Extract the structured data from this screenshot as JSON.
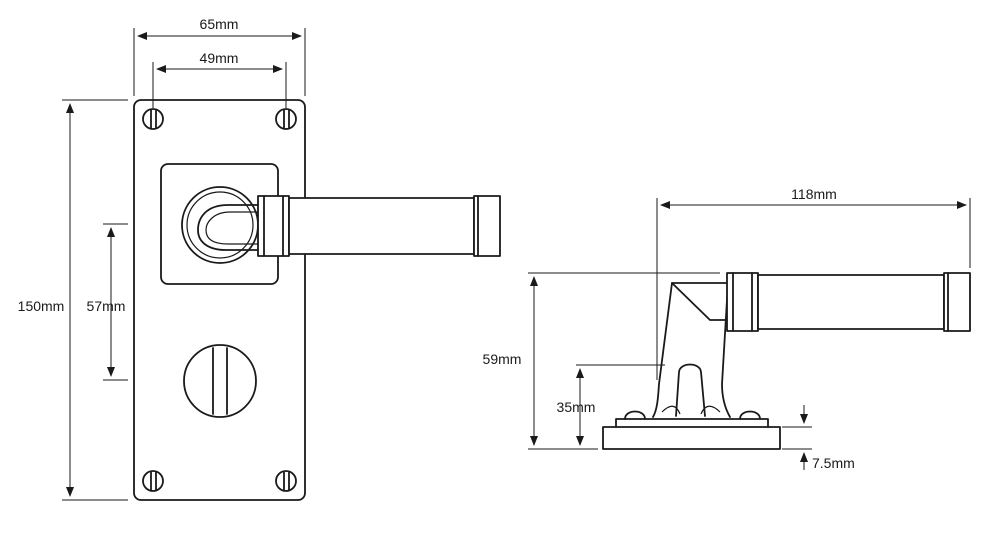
{
  "colors": {
    "line": "#1a1a1a",
    "background": "#ffffff"
  },
  "front_view": {
    "plate_width": "65mm",
    "screw_spacing": "49mm",
    "plate_height": "150mm",
    "lever_to_turn": "57mm"
  },
  "side_view": {
    "lever_length": "118mm",
    "lever_height": "59mm",
    "rose_height": "35mm",
    "plate_thickness": "7.5mm"
  }
}
